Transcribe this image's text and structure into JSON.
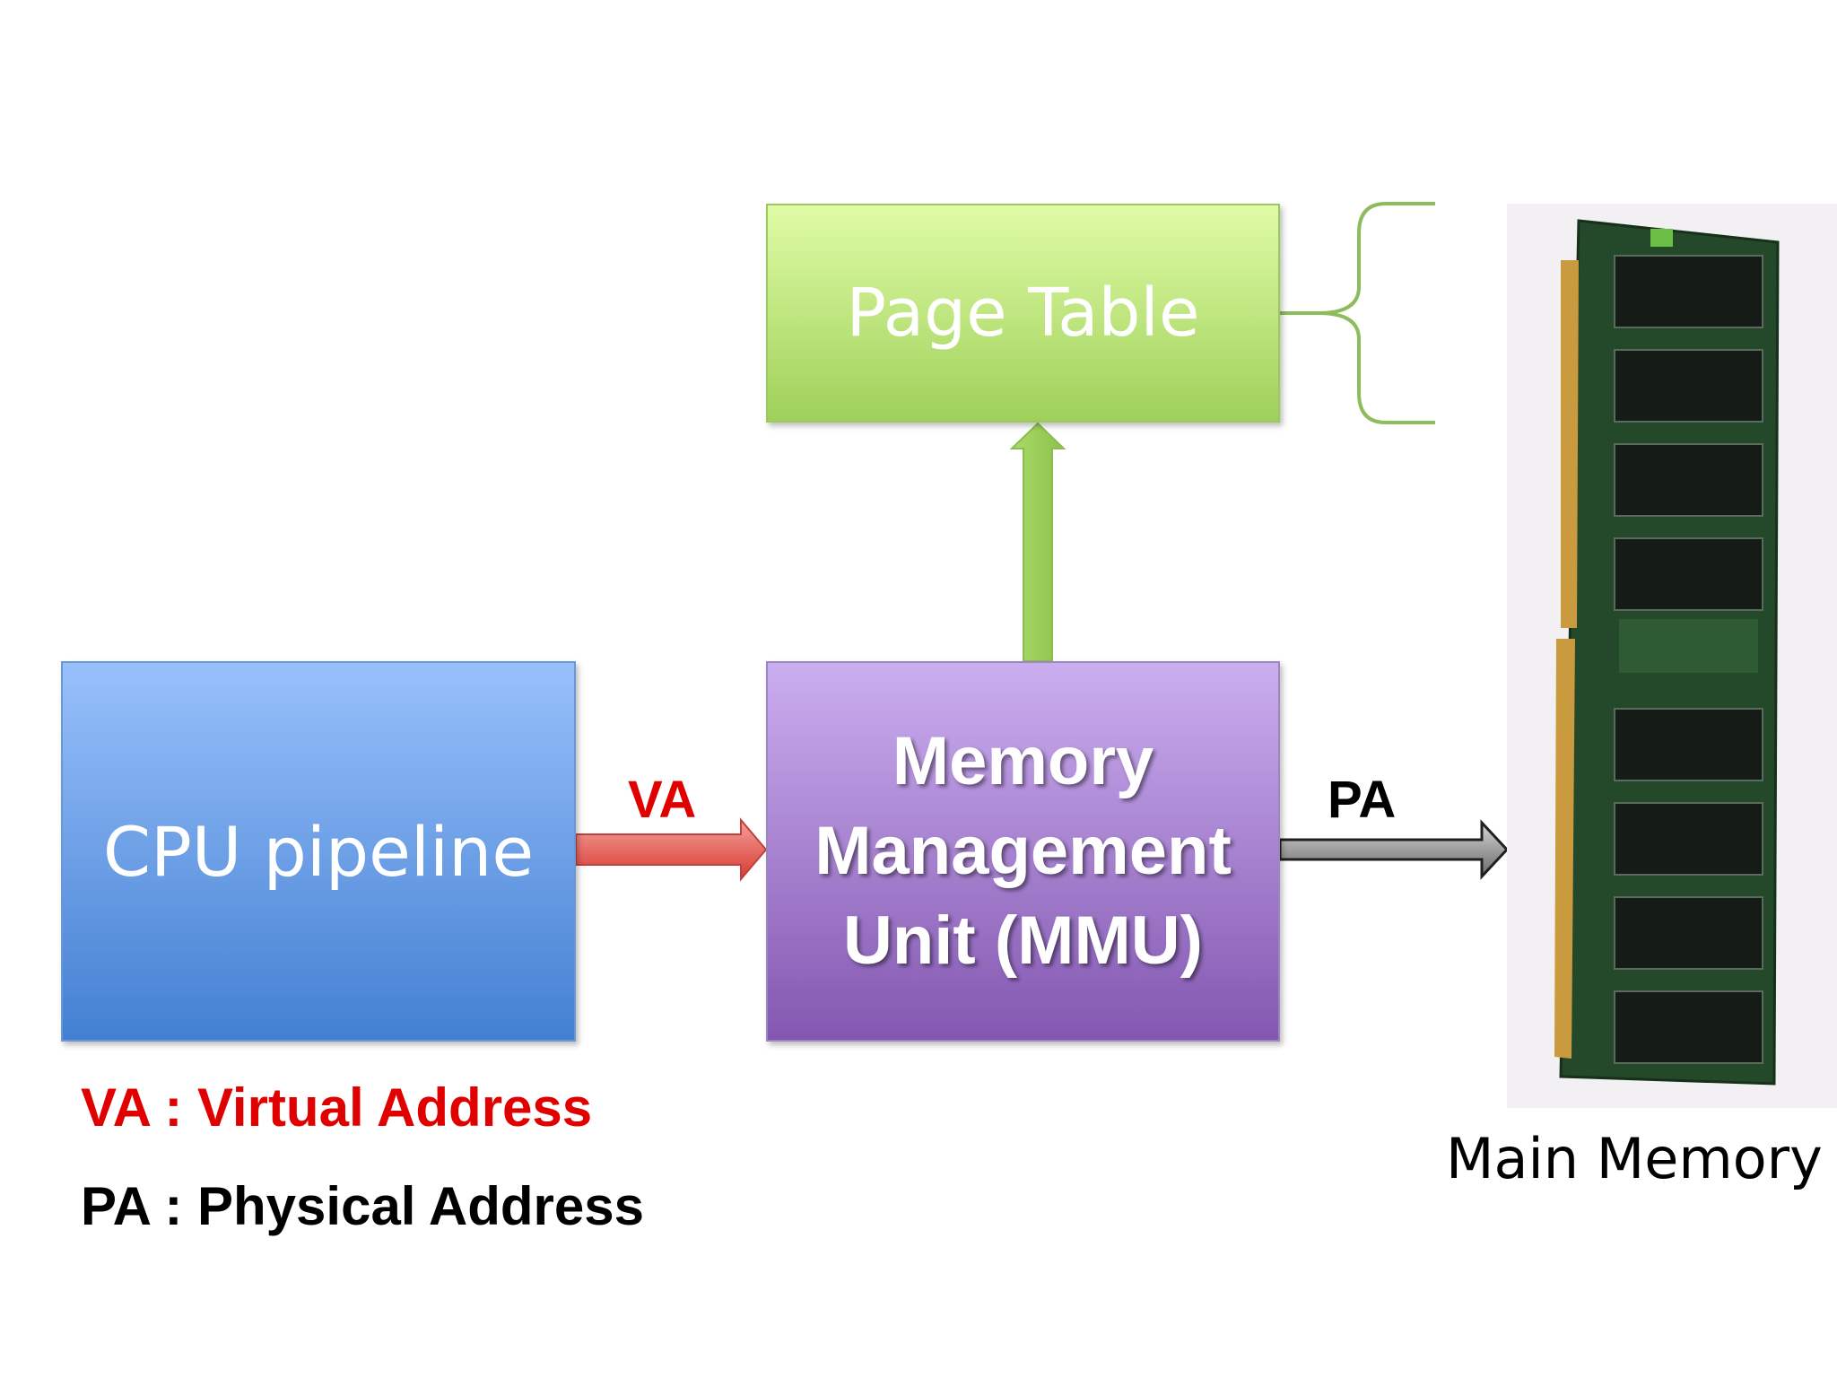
{
  "diagram": {
    "page_table_label": "Page Table",
    "cpu_label": "CPU pipeline",
    "mmu_label": "Memory\nManagement\nUnit (MMU)",
    "va_arrow_label": "VA",
    "pa_arrow_label": "PA",
    "main_memory_label": "Main Memory"
  },
  "legend": {
    "va": "VA : Virtual Address",
    "pa": "PA : Physical Address"
  },
  "colors": {
    "page_table": "#a8d468",
    "cpu": "#5b8fdc",
    "mmu": "#9a72c6",
    "va": "#e00000",
    "pa": "#000000"
  },
  "icons": {
    "main_memory": "ram-module-icon"
  }
}
